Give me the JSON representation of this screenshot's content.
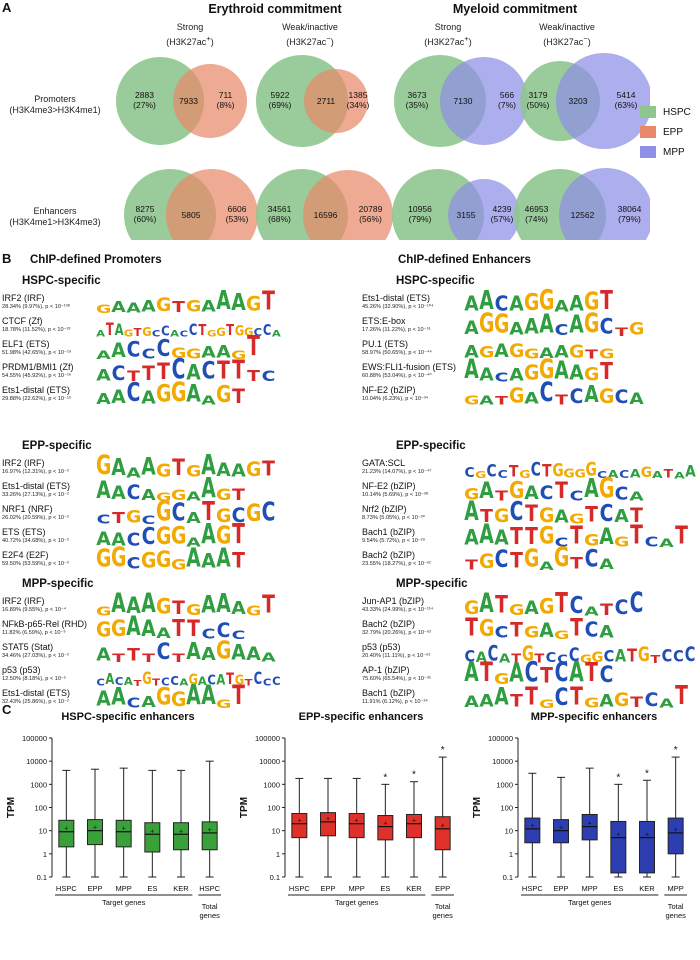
{
  "panel_a": {
    "letter": "A",
    "headers": {
      "erythroid": "Erythroid commitment",
      "myeloid": "Myeloid commitment"
    },
    "col_strong": "Strong",
    "col_weak": "Weak/inactive",
    "mark_strong": "(H3K27ac",
    "mark_strong_sup": "+",
    "mark_weak": "(H3K27ac",
    "mark_weak_sup": "−",
    "mark_close": ")",
    "rows": [
      {
        "label1": "Promoters",
        "label2": "(H3K4me3>H3K4me1)"
      },
      {
        "label1": "Enhancers",
        "label2": "(H3K4me1>H3K4me3)"
      }
    ],
    "legend": [
      {
        "name": "HSPC",
        "color": "#8fc58f"
      },
      {
        "name": "EPP",
        "color": "#e8896a"
      },
      {
        "name": "MPP",
        "color": "#8e8fe6"
      }
    ],
    "venns": [
      {
        "left": "2883",
        "left_pct": "(27%)",
        "mid": "7933",
        "right": "711",
        "right_pct": "(8%)"
      },
      {
        "left": "5922",
        "left_pct": "(69%)",
        "mid": "2711",
        "right": "1385",
        "right_pct": "(34%)"
      },
      {
        "left": "3673",
        "left_pct": "(35%)",
        "mid": "7130",
        "right": "566",
        "right_pct": "(7%)"
      },
      {
        "left": "3179",
        "left_pct": "(50%)",
        "mid": "3203",
        "right": "5414",
        "right_pct": "(63%)"
      },
      {
        "left": "8275",
        "left_pct": "(60%)",
        "mid": "5805",
        "right": "6606",
        "right_pct": "(53%)"
      },
      {
        "left": "34561",
        "left_pct": "(68%)",
        "mid": "16596",
        "right": "20789",
        "right_pct": "(56%)"
      },
      {
        "left": "10956",
        "left_pct": "(79%)",
        "mid": "3155",
        "right": "4239",
        "right_pct": "(57%)"
      },
      {
        "left": "46953",
        "left_pct": "(74%)",
        "mid": "12562",
        "right": "38064",
        "right_pct": "(79%)"
      }
    ]
  },
  "panel_b": {
    "letter": "B",
    "promoters_title": "ChIP-defined Promoters",
    "enhancers_title": "ChIP-defined Enhancers",
    "groups": [
      "HSPC-specific",
      "EPP-specific",
      "MPP-specific"
    ],
    "promoters": [
      [
        {
          "name": "IRF2 (IRF)",
          "stat": "28.34% (9.97%), p < 10⁻¹³⁸",
          "seq": "GAAAGTGAAAGT"
        },
        {
          "name": "CTCF (Zf)",
          "stat": "18.78% (11.52%), p < 10⁻²³",
          "seq": "ATAGTGCCACCTGGTGGCCA"
        },
        {
          "name": "ELF1 (ETS)",
          "stat": "51.98% (42.65%), p < 10⁻¹⁹",
          "seq": "AACCCGGAAGT"
        },
        {
          "name": "PRDM1/BMI1 (Zf)",
          "stat": "54.55% (45.92%), p < 10⁻¹⁶",
          "seq": "ACTTTCACTTTC"
        },
        {
          "name": "Ets1-distal (ETS)",
          "stat": "29.88% (22.62%), p < 10⁻¹⁵",
          "seq": "AACAGGAAGT"
        }
      ],
      [
        {
          "name": "IRF2 (IRF)",
          "stat": "16.97% (12.31%), p < 10⁻²",
          "seq": "GAAAGTGAAAGT"
        },
        {
          "name": "Ets1-distal (ETS)",
          "stat": "33.26% (27.13%), p < 10⁻²",
          "seq": "AACAGGAAGT"
        },
        {
          "name": "NRF1 (NRF)",
          "stat": "26.02% (20.59%), p < 10⁻²",
          "seq": "CTGCGCATGCGC"
        },
        {
          "name": "ETS (ETS)",
          "stat": "40.72% (34.68%), p < 10⁻²",
          "seq": "AACCGGAAGT"
        },
        {
          "name": "E2F4 (E2F)",
          "stat": "59.50% (53.59%), p < 10⁻²",
          "seq": "GGCGGGAAAT"
        }
      ],
      [
        {
          "name": "IRF2 (IRF)",
          "stat": "16.89% (9.55%), p < 10⁻⁴",
          "seq": "GAAAGTGAAAGT"
        },
        {
          "name": "NFkB-p65-Rel (RHD)",
          "stat": "11.82% (6.59%), p < 10⁻³",
          "seq": "GGAAATTCCC"
        },
        {
          "name": "STAT5 (Stat)",
          "stat": "34.46% (27.03%), p < 10⁻²",
          "seq": "ATTTCTAAGAAA"
        },
        {
          "name": "p53 (p53)",
          "stat": "12.50% (8.18%), p < 10⁻²",
          "seq": "CACATGTCCAGACATGTCCC"
        },
        {
          "name": "Ets1-distal (ETS)",
          "stat": "32.43% (25.86%), p < 10⁻²",
          "seq": "AACAGGAAGT"
        }
      ]
    ],
    "enhancers": [
      [
        {
          "name": "Ets1-distal (ETS)",
          "stat": "45.26% (32.90%), p < 10⁻¹⁰⁴",
          "seq": "AACAGGAAGT"
        },
        {
          "name": "ETS:E-box",
          "stat": "17.26% (11.22%), p < 10⁻⁵¹",
          "seq": "AGGAAACAGCTG"
        },
        {
          "name": "PU.1 (ETS)",
          "stat": "58.97% (50.65%), p < 10⁻⁴⁴",
          "seq": "AGAGGAAGTG"
        },
        {
          "name": "EWS:FLI1-fusion (ETS)",
          "stat": "60.88% (53.04%), p < 10⁻⁴⁰",
          "seq": "AACAGGAAGT"
        },
        {
          "name": "NF-E2 (bZIP)",
          "stat": "10.04% (6.23%), p < 10⁻³⁴",
          "seq": "GATGACTCAGCA"
        }
      ],
      [
        {
          "name": "GATA:SCL",
          "stat": "21.23% (14.07%), p < 10⁻⁴⁷",
          "seq": "CGCCTGCTGGGGCACAGATAA"
        },
        {
          "name": "NF-E2 (bZIP)",
          "stat": "10.14% (5.69%), p < 10⁻³⁸",
          "seq": "GATGACTCAGCA"
        },
        {
          "name": "Nrf2 (bZIP)",
          "stat": "8.73% (5.05%), p < 10⁻³⁰",
          "seq": "ATGCTGAGTCAT"
        },
        {
          "name": "Bach1 (bZIP)",
          "stat": "9.54% (5.72%), p < 10⁻²⁹",
          "seq": "AAATTGCTGAGTCAT"
        },
        {
          "name": "Bach2 (bZIP)",
          "stat": "23.55% (18.27%), p < 10⁻²²",
          "seq": "TGCTGAGTCA"
        }
      ],
      [
        {
          "name": "Jun-AP1 (bZIP)",
          "stat": "43.33% (24.99%), p < 10⁻¹¹⁴",
          "seq": "GATGAGTCATCC"
        },
        {
          "name": "Bach2 (bZIP)",
          "stat": "32.79% (20.26%), p < 10⁻⁶²",
          "seq": "TGCTGAGTCA"
        },
        {
          "name": "p53 (p53)",
          "stat": "20.40% (11.11%), p < 10⁻⁵²",
          "seq": "CACATGTCCCGGCATGTCCC"
        },
        {
          "name": "AP-1 (bZIP)",
          "stat": "75.60% (65.54%), p < 10⁻³⁵",
          "seq": "ATGACTCATC"
        },
        {
          "name": "Bach1 (bZIP)",
          "stat": "11.91% (6.12%), p < 10⁻³⁴",
          "seq": "AAATTGCTGAGTCAT"
        }
      ]
    ],
    "base_colors": {
      "A": "#2f9e41",
      "C": "#1f4eb4",
      "G": "#f2a900",
      "T": "#d62a2a"
    }
  },
  "panel_c": {
    "letter": "C",
    "target_genes_label": "Target genes",
    "ylabel": "TPM",
    "star": "*",
    "yticks": [
      "100000",
      "10000",
      "1000",
      "100",
      "10",
      "1",
      "0.1"
    ]
  },
  "chart_data": [
    {
      "type": "box",
      "title": "HSPC-specific enhancers",
      "ylabel": "TPM",
      "yscale": "log",
      "ylim": [
        0.1,
        100000
      ],
      "color": "#3aa13a",
      "categories": [
        "HSPC",
        "EPP",
        "MPP",
        "ES",
        "KER",
        "HSPC"
      ],
      "category_sub": [
        "",
        "",
        "",
        "",
        "",
        "Total genes"
      ],
      "significant": [
        false,
        false,
        false,
        false,
        false,
        false
      ],
      "boxes": [
        {
          "min": 0.1,
          "q1": 2,
          "median": 9,
          "q3": 28,
          "max": 4000
        },
        {
          "min": 0.1,
          "q1": 2.5,
          "median": 10,
          "q3": 30,
          "max": 4500
        },
        {
          "min": 0.1,
          "q1": 2,
          "median": 9,
          "q3": 28,
          "max": 5000
        },
        {
          "min": 0.1,
          "q1": 1.2,
          "median": 7,
          "q3": 22,
          "max": 4000
        },
        {
          "min": 0.1,
          "q1": 1.5,
          "median": 7,
          "q3": 22,
          "max": 4000
        },
        {
          "min": 0.1,
          "q1": 1.5,
          "median": 8,
          "q3": 24,
          "max": 10000
        }
      ]
    },
    {
      "type": "box",
      "title": "EPP-specific enhancers",
      "ylabel": "TPM",
      "yscale": "log",
      "ylim": [
        0.1,
        100000
      ],
      "color": "#e0302a",
      "categories": [
        "HSPC",
        "EPP",
        "MPP",
        "ES",
        "KER",
        "EPP"
      ],
      "category_sub": [
        "",
        "",
        "",
        "",
        "",
        "Total genes"
      ],
      "significant": [
        false,
        false,
        false,
        true,
        true,
        true
      ],
      "boxes": [
        {
          "min": 0.1,
          "q1": 5,
          "median": 20,
          "q3": 55,
          "max": 1800
        },
        {
          "min": 0.1,
          "q1": 6,
          "median": 24,
          "q3": 60,
          "max": 1800
        },
        {
          "min": 0.1,
          "q1": 5,
          "median": 20,
          "q3": 55,
          "max": 1800
        },
        {
          "min": 0.1,
          "q1": 4,
          "median": 15,
          "q3": 45,
          "max": 1000
        },
        {
          "min": 0.1,
          "q1": 5,
          "median": 20,
          "q3": 50,
          "max": 1300
        },
        {
          "min": 0.1,
          "q1": 1.5,
          "median": 12,
          "q3": 40,
          "max": 15000
        }
      ]
    },
    {
      "type": "box",
      "title": "MPP-specific enhancers",
      "ylabel": "TPM",
      "yscale": "log",
      "ylim": [
        0.1,
        100000
      ],
      "color": "#2d3fb0",
      "categories": [
        "HSPC",
        "EPP",
        "MPP",
        "ES",
        "KER",
        "MPP"
      ],
      "category_sub": [
        "",
        "",
        "",
        "",
        "",
        "Total genes"
      ],
      "significant": [
        false,
        false,
        false,
        true,
        true,
        true
      ],
      "boxes": [
        {
          "min": 0.1,
          "q1": 3,
          "median": 12,
          "q3": 35,
          "max": 3000
        },
        {
          "min": 0.1,
          "q1": 3,
          "median": 10,
          "q3": 30,
          "max": 2000
        },
        {
          "min": 0.1,
          "q1": 4,
          "median": 15,
          "q3": 50,
          "max": 5000
        },
        {
          "min": 0.1,
          "q1": 0.15,
          "median": 5,
          "q3": 25,
          "max": 1000
        },
        {
          "min": 0.1,
          "q1": 0.15,
          "median": 5,
          "q3": 25,
          "max": 1500
        },
        {
          "min": 0.1,
          "q1": 1,
          "median": 8,
          "q3": 35,
          "max": 15000
        }
      ]
    }
  ]
}
